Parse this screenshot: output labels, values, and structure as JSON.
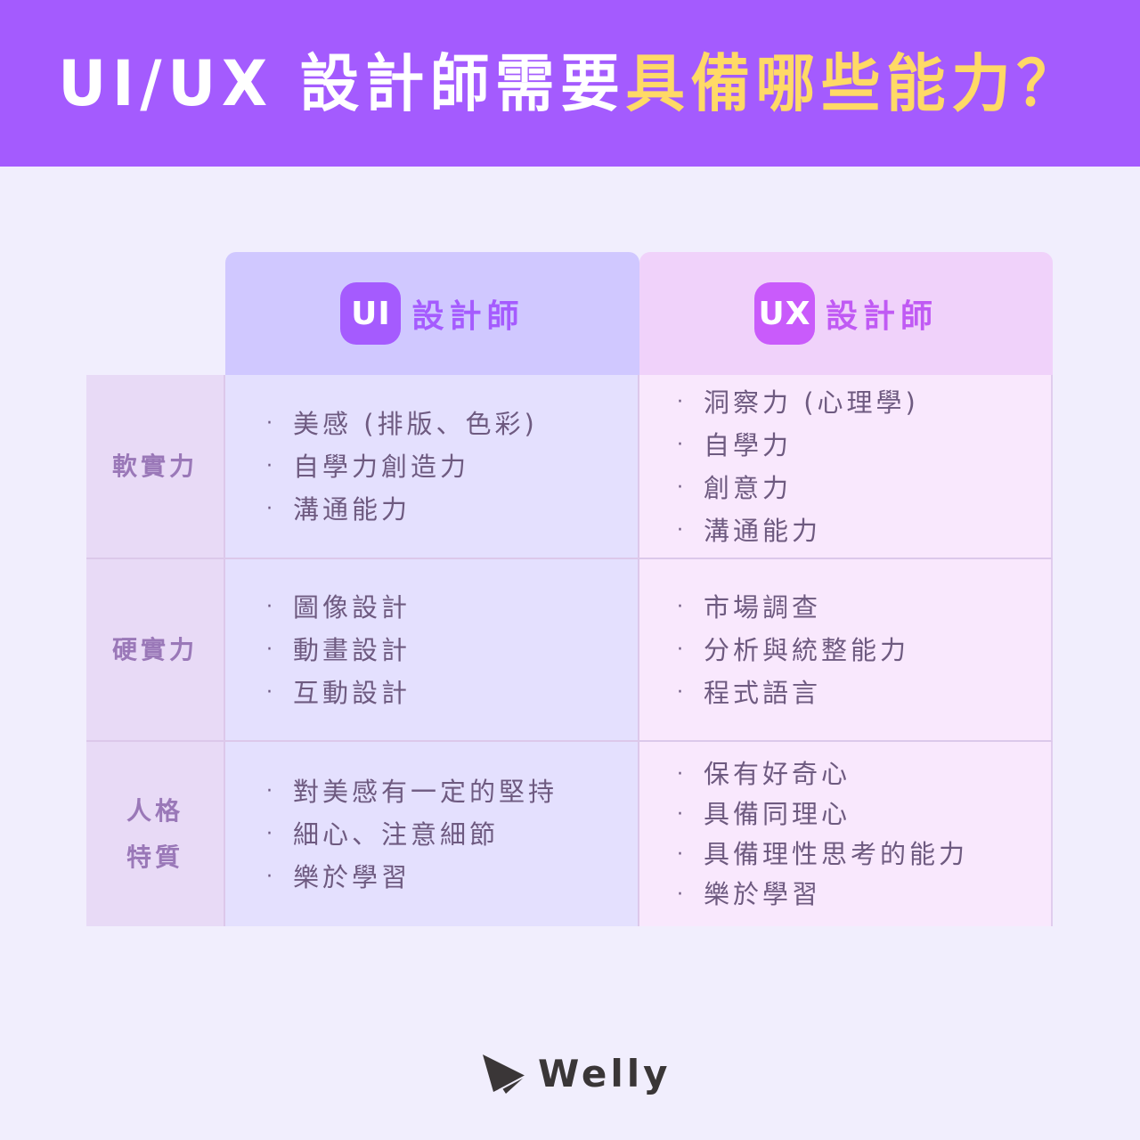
{
  "banner": {
    "title_white": "UI/UX 設計師需要",
    "title_yellow": "具備哪些能力？",
    "colors": {
      "background": "#A45BFE",
      "white": "#FFFFFF",
      "yellow": "#FFD966"
    }
  },
  "table": {
    "columns": [
      {
        "badge": "UI",
        "label": "設計師",
        "color": "#A55BFE"
      },
      {
        "badge": "UX",
        "label": "設計師",
        "color": "#C95BFB"
      }
    ],
    "rows": [
      {
        "label": "軟實力",
        "ui": [
          "美感 (排版、色彩)",
          "自學力創造力",
          "溝通能力"
        ],
        "ux": [
          "洞察力 (心理學)",
          "自學力",
          "創意力",
          "溝通能力"
        ]
      },
      {
        "label": "硬實力",
        "ui": [
          "圖像設計",
          "動畫設計",
          "互動設計"
        ],
        "ux": [
          "市場調查",
          "分析與統整能力",
          "程式語言"
        ]
      },
      {
        "label_lines": [
          "人格",
          "特質"
        ],
        "ui": [
          "對美感有一定的堅持",
          "細心、注意細節",
          "樂於學習"
        ],
        "ux": [
          "保有好奇心",
          "具備同理心",
          "具備理性思考的能力",
          "樂於學習"
        ]
      }
    ],
    "bullet": "·"
  },
  "footer": {
    "brand": "Welly",
    "logo_icon": "paper-plane-icon"
  }
}
